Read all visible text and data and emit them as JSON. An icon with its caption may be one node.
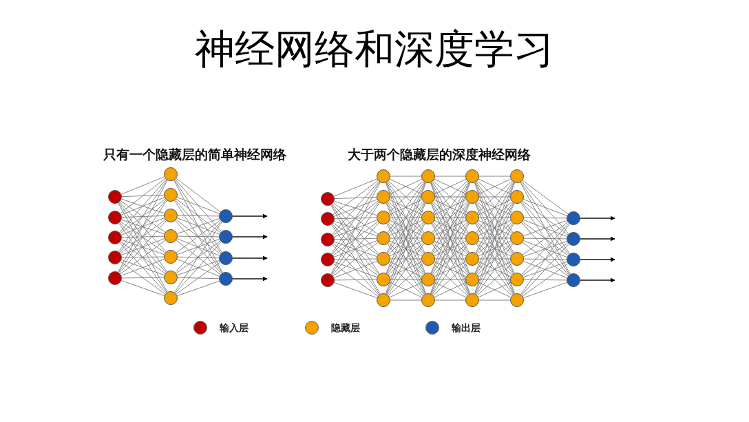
{
  "diagram": {
    "title": "神经网络和深度学习",
    "labels": [
      "只有一个隐藏层的简单神经网络",
      "大于两个隐藏层的深度神经网络"
    ],
    "legend": [
      {
        "text": "输入层",
        "color": "#c00000"
      },
      {
        "text": "隐藏层",
        "color": "#f5a300"
      },
      {
        "text": "输出层",
        "color": "#1f5bb0"
      }
    ],
    "nodes": [
      {
        "text": [],
        "shape": "circle"
      },
      {
        "text": [],
        "shape": "circle"
      },
      {
        "text": [],
        "shape": "circle"
      },
      {
        "text": [],
        "shape": "circle"
      },
      {
        "text": [],
        "shape": "circle"
      },
      {
        "text": [],
        "shape": "circle"
      },
      {
        "text": [],
        "shape": "circle"
      },
      {
        "text": [],
        "shape": "circle"
      },
      {
        "text": [],
        "shape": "circle"
      },
      {
        "text": [],
        "shape": "circle"
      },
      {
        "text": [],
        "shape": "circle"
      },
      {
        "text": [],
        "shape": "circle"
      },
      {
        "text": [],
        "shape": "circle"
      },
      {
        "text": [],
        "shape": "circle"
      },
      {
        "text": [],
        "shape": "circle"
      },
      {
        "text": [],
        "shape": "circle"
      },
      {
        "text": [],
        "shape": "circle"
      },
      {
        "text": [],
        "shape": "circle"
      },
      {
        "text": [],
        "shape": "circle"
      },
      {
        "text": [],
        "shape": "circle"
      },
      {
        "text": [],
        "shape": "circle"
      },
      {
        "text": [],
        "shape": "circle"
      },
      {
        "text": [],
        "shape": "circle"
      },
      {
        "text": [],
        "shape": "circle"
      },
      {
        "text": [],
        "shape": "circle"
      },
      {
        "text": [],
        "shape": "circle"
      },
      {
        "text": [],
        "shape": "circle"
      },
      {
        "text": [],
        "shape": "circle"
      },
      {
        "text": [],
        "shape": "circle"
      },
      {
        "text": [],
        "shape": "circle"
      },
      {
        "text": [],
        "shape": "circle"
      },
      {
        "text": [],
        "shape": "circle"
      },
      {
        "text": [],
        "shape": "circle"
      },
      {
        "text": [],
        "shape": "circle"
      },
      {
        "text": [],
        "shape": "circle"
      },
      {
        "text": [],
        "shape": "circle"
      },
      {
        "text": [],
        "shape": "circle"
      },
      {
        "text": [],
        "shape": "circle"
      },
      {
        "text": [],
        "shape": "circle"
      },
      {
        "text": [],
        "shape": "circle"
      },
      {
        "text": [],
        "shape": "circle"
      },
      {
        "text": [],
        "shape": "circle"
      },
      {
        "text": [],
        "shape": "circle"
      },
      {
        "text": [],
        "shape": "circle"
      },
      {
        "text": [],
        "shape": "circle"
      },
      {
        "text": [],
        "shape": "circle"
      },
      {
        "text": [],
        "shape": "circle"
      },
      {
        "text": [],
        "shape": "circle"
      },
      {
        "text": [],
        "shape": "circle"
      },
      {
        "text": [],
        "shape": "circle"
      },
      {
        "text": [],
        "shape": "circle"
      },
      {
        "text": [],
        "shape": "circle"
      },
      {
        "text": [],
        "shape": "circle"
      }
    ],
    "edges": [
      {
        "from": 0,
        "to": 5,
        "arrow": "none"
      },
      {
        "from": 0,
        "to": 6,
        "arrow": "none"
      },
      {
        "from": 0,
        "to": 7,
        "arrow": "none"
      },
      {
        "from": 0,
        "to": 8,
        "arrow": "none"
      },
      {
        "from": 0,
        "to": 9,
        "arrow": "none"
      },
      {
        "from": 0,
        "to": 10,
        "arrow": "none"
      },
      {
        "from": 0,
        "to": 11,
        "arrow": "none"
      },
      {
        "from": 1,
        "to": 5,
        "arrow": "none"
      },
      {
        "from": 1,
        "to": 6,
        "arrow": "none"
      },
      {
        "from": 1,
        "to": 7,
        "arrow": "none"
      },
      {
        "from": 1,
        "to": 8,
        "arrow": "none"
      },
      {
        "from": 1,
        "to": 9,
        "arrow": "none"
      },
      {
        "from": 1,
        "to": 10,
        "arrow": "none"
      },
      {
        "from": 1,
        "to": 11,
        "arrow": "none"
      },
      {
        "from": 2,
        "to": 5,
        "arrow": "none"
      },
      {
        "from": 2,
        "to": 6,
        "arrow": "none"
      },
      {
        "from": 2,
        "to": 7,
        "arrow": "none"
      },
      {
        "from": 2,
        "to": 8,
        "arrow": "none"
      },
      {
        "from": 2,
        "to": 9,
        "arrow": "none"
      },
      {
        "from": 2,
        "to": 10,
        "arrow": "none"
      },
      {
        "from": 2,
        "to": 11,
        "arrow": "none"
      },
      {
        "from": 3,
        "to": 5,
        "arrow": "none"
      },
      {
        "from": 3,
        "to": 6,
        "arrow": "none"
      },
      {
        "from": 3,
        "to": 7,
        "arrow": "none"
      },
      {
        "from": 3,
        "to": 8,
        "arrow": "none"
      },
      {
        "from": 3,
        "to": 9,
        "arrow": "none"
      },
      {
        "from": 3,
        "to": 10,
        "arrow": "none"
      },
      {
        "from": 3,
        "to": 11,
        "arrow": "none"
      },
      {
        "from": 4,
        "to": 5,
        "arrow": "none"
      },
      {
        "from": 4,
        "to": 6,
        "arrow": "none"
      },
      {
        "from": 4,
        "to": 7,
        "arrow": "none"
      },
      {
        "from": 4,
        "to": 8,
        "arrow": "none"
      },
      {
        "from": 4,
        "to": 9,
        "arrow": "none"
      },
      {
        "from": 4,
        "to": 10,
        "arrow": "none"
      },
      {
        "from": 4,
        "to": 11,
        "arrow": "none"
      },
      {
        "from": 5,
        "to": 12,
        "arrow": "none"
      },
      {
        "from": 5,
        "to": 13,
        "arrow": "none"
      },
      {
        "from": 5,
        "to": 14,
        "arrow": "none"
      },
      {
        "from": 5,
        "to": 15,
        "arrow": "none"
      },
      {
        "from": 6,
        "to": 12,
        "arrow": "none"
      },
      {
        "from": 6,
        "to": 13,
        "arrow": "none"
      },
      {
        "from": 6,
        "to": 14,
        "arrow": "none"
      },
      {
        "from": 6,
        "to": 15,
        "arrow": "none"
      },
      {
        "from": 7,
        "to": 12,
        "arrow": "none"
      },
      {
        "from": 7,
        "to": 13,
        "arrow": "none"
      },
      {
        "from": 7,
        "to": 14,
        "arrow": "none"
      },
      {
        "from": 7,
        "to": 15,
        "arrow": "none"
      },
      {
        "from": 8,
        "to": 12,
        "arrow": "none"
      },
      {
        "from": 8,
        "to": 13,
        "arrow": "none"
      },
      {
        "from": 8,
        "to": 14,
        "arrow": "none"
      },
      {
        "from": 8,
        "to": 15,
        "arrow": "none"
      },
      {
        "from": 9,
        "to": 12,
        "arrow": "none"
      },
      {
        "from": 9,
        "to": 13,
        "arrow": "none"
      },
      {
        "from": 9,
        "to": 14,
        "arrow": "none"
      },
      {
        "from": 9,
        "to": 15,
        "arrow": "none"
      },
      {
        "from": 10,
        "to": 12,
        "arrow": "none"
      },
      {
        "from": 10,
        "to": 13,
        "arrow": "none"
      },
      {
        "from": 10,
        "to": 14,
        "arrow": "none"
      },
      {
        "from": 10,
        "to": 15,
        "arrow": "none"
      },
      {
        "from": 11,
        "to": 12,
        "arrow": "none"
      },
      {
        "from": 11,
        "to": 13,
        "arrow": "none"
      },
      {
        "from": 11,
        "to": 14,
        "arrow": "none"
      },
      {
        "from": 11,
        "to": 15,
        "arrow": "none"
      },
      {
        "from": 12,
        "to": null,
        "arrow": "to",
        "color": "#111111"
      },
      {
        "from": 13,
        "to": null,
        "arrow": "to",
        "color": "#111111"
      },
      {
        "from": 14,
        "to": null,
        "arrow": "to",
        "color": "#111111"
      },
      {
        "from": 15,
        "to": null,
        "arrow": "to",
        "color": "#111111"
      },
      {
        "from": 16,
        "to": 21,
        "arrow": "none"
      },
      {
        "from": 16,
        "to": 22,
        "arrow": "none"
      },
      {
        "from": 16,
        "to": 23,
        "arrow": "none"
      },
      {
        "from": 16,
        "to": 24,
        "arrow": "none"
      },
      {
        "from": 16,
        "to": 25,
        "arrow": "none"
      },
      {
        "from": 16,
        "to": 26,
        "arrow": "none"
      },
      {
        "from": 16,
        "to": 27,
        "arrow": "none"
      },
      {
        "from": 17,
        "to": 21,
        "arrow": "none"
      },
      {
        "from": 17,
        "to": 22,
        "arrow": "none"
      },
      {
        "from": 17,
        "to": 23,
        "arrow": "none"
      },
      {
        "from": 17,
        "to": 24,
        "arrow": "none"
      },
      {
        "from": 17,
        "to": 25,
        "arrow": "none"
      },
      {
        "from": 17,
        "to": 26,
        "arrow": "none"
      },
      {
        "from": 17,
        "to": 27,
        "arrow": "none"
      },
      {
        "from": 18,
        "to": 21,
        "arrow": "none"
      },
      {
        "from": 18,
        "to": 22,
        "arrow": "none"
      },
      {
        "from": 18,
        "to": 23,
        "arrow": "none"
      },
      {
        "from": 18,
        "to": 24,
        "arrow": "none"
      },
      {
        "from": 18,
        "to": 25,
        "arrow": "none"
      },
      {
        "from": 18,
        "to": 26,
        "arrow": "none"
      },
      {
        "from": 18,
        "to": 27,
        "arrow": "none"
      },
      {
        "from": 19,
        "to": 21,
        "arrow": "none"
      },
      {
        "from": 19,
        "to": 22,
        "arrow": "none"
      },
      {
        "from": 19,
        "to": 23,
        "arrow": "none"
      },
      {
        "from": 19,
        "to": 24,
        "arrow": "none"
      },
      {
        "from": 19,
        "to": 25,
        "arrow": "none"
      },
      {
        "from": 19,
        "to": 26,
        "arrow": "none"
      },
      {
        "from": 19,
        "to": 27,
        "arrow": "none"
      },
      {
        "from": 20,
        "to": 21,
        "arrow": "none"
      },
      {
        "from": 20,
        "to": 22,
        "arrow": "none"
      },
      {
        "from": 20,
        "to": 23,
        "arrow": "none"
      },
      {
        "from": 20,
        "to": 24,
        "arrow": "none"
      },
      {
        "from": 20,
        "to": 25,
        "arrow": "none"
      },
      {
        "from": 20,
        "to": 26,
        "arrow": "none"
      },
      {
        "from": 20,
        "to": 27,
        "arrow": "none"
      },
      {
        "from": 21,
        "to": 28,
        "arrow": "none"
      },
      {
        "from": 21,
        "to": 29,
        "arrow": "none"
      },
      {
        "from": 21,
        "to": 30,
        "arrow": "none"
      },
      {
        "from": 21,
        "to": 31,
        "arrow": "none"
      },
      {
        "from": 21,
        "to": 32,
        "arrow": "none"
      },
      {
        "from": 21,
        "to": 33,
        "arrow": "none"
      },
      {
        "from": 21,
        "to": 34,
        "arrow": "none"
      },
      {
        "from": 22,
        "to": 28,
        "arrow": "none"
      },
      {
        "from": 22,
        "to": 29,
        "arrow": "none"
      },
      {
        "from": 22,
        "to": 30,
        "arrow": "none"
      },
      {
        "from": 22,
        "to": 31,
        "arrow": "none"
      },
      {
        "from": 22,
        "to": 32,
        "arrow": "none"
      },
      {
        "from": 22,
        "to": 33,
        "arrow": "none"
      },
      {
        "from": 22,
        "to": 34,
        "arrow": "none"
      },
      {
        "from": 23,
        "to": 28,
        "arrow": "none"
      },
      {
        "from": 23,
        "to": 29,
        "arrow": "none"
      },
      {
        "from": 23,
        "to": 30,
        "arrow": "none"
      },
      {
        "from": 23,
        "to": 31,
        "arrow": "none"
      },
      {
        "from": 23,
        "to": 32,
        "arrow": "none"
      },
      {
        "from": 23,
        "to": 33,
        "arrow": "none"
      },
      {
        "from": 23,
        "to": 34,
        "arrow": "none"
      },
      {
        "from": 24,
        "to": 28,
        "arrow": "none"
      },
      {
        "from": 24,
        "to": 29,
        "arrow": "none"
      },
      {
        "from": 24,
        "to": 30,
        "arrow": "none"
      },
      {
        "from": 24,
        "to": 31,
        "arrow": "none"
      },
      {
        "from": 24,
        "to": 32,
        "arrow": "none"
      },
      {
        "from": 24,
        "to": 33,
        "arrow": "none"
      },
      {
        "from": 24,
        "to": 34,
        "arrow": "none"
      },
      {
        "from": 25,
        "to": 28,
        "arrow": "none"
      },
      {
        "from": 25,
        "to": 29,
        "arrow": "none"
      },
      {
        "from": 25,
        "to": 30,
        "arrow": "none"
      },
      {
        "from": 25,
        "to": 31,
        "arrow": "none"
      },
      {
        "from": 25,
        "to": 32,
        "arrow": "none"
      },
      {
        "from": 25,
        "to": 33,
        "arrow": "none"
      },
      {
        "from": 25,
        "to": 34,
        "arrow": "none"
      },
      {
        "from": 26,
        "to": 28,
        "arrow": "none"
      },
      {
        "from": 26,
        "to": 29,
        "arrow": "none"
      },
      {
        "from": 26,
        "to": 30,
        "arrow": "none"
      },
      {
        "from": 26,
        "to": 31,
        "arrow": "none"
      },
      {
        "from": 26,
        "to": 32,
        "arrow": "none"
      },
      {
        "from": 26,
        "to": 33,
        "arrow": "none"
      },
      {
        "from": 26,
        "to": 34,
        "arrow": "none"
      },
      {
        "from": 27,
        "to": 28,
        "arrow": "none"
      },
      {
        "from": 27,
        "to": 29,
        "arrow": "none"
      },
      {
        "from": 27,
        "to": 30,
        "arrow": "none"
      },
      {
        "from": 27,
        "to": 31,
        "arrow": "none"
      },
      {
        "from": 27,
        "to": 32,
        "arrow": "none"
      },
      {
        "from": 27,
        "to": 33,
        "arrow": "none"
      },
      {
        "from": 27,
        "to": 34,
        "arrow": "none"
      },
      {
        "from": 28,
        "to": 35,
        "arrow": "none"
      },
      {
        "from": 28,
        "to": 36,
        "arrow": "none"
      },
      {
        "from": 28,
        "to": 37,
        "arrow": "none"
      },
      {
        "from": 28,
        "to": 38,
        "arrow": "none"
      },
      {
        "from": 28,
        "to": 39,
        "arrow": "none"
      },
      {
        "from": 28,
        "to": 40,
        "arrow": "none"
      },
      {
        "from": 28,
        "to": 41,
        "arrow": "none"
      },
      {
        "from": 29,
        "to": 35,
        "arrow": "none"
      },
      {
        "from": 29,
        "to": 36,
        "arrow": "none"
      },
      {
        "from": 29,
        "to": 37,
        "arrow": "none"
      },
      {
        "from": 29,
        "to": 38,
        "arrow": "none"
      },
      {
        "from": 29,
        "to": 39,
        "arrow": "none"
      },
      {
        "from": 29,
        "to": 40,
        "arrow": "none"
      },
      {
        "from": 29,
        "to": 41,
        "arrow": "none"
      },
      {
        "from": 30,
        "to": 35,
        "arrow": "none"
      },
      {
        "from": 30,
        "to": 36,
        "arrow": "none"
      },
      {
        "from": 30,
        "to": 37,
        "arrow": "none"
      },
      {
        "from": 30,
        "to": 38,
        "arrow": "none"
      },
      {
        "from": 30,
        "to": 39,
        "arrow": "none"
      },
      {
        "from": 30,
        "to": 40,
        "arrow": "none"
      },
      {
        "from": 30,
        "to": 41,
        "arrow": "none"
      },
      {
        "from": 31,
        "to": 35,
        "arrow": "none"
      },
      {
        "from": 31,
        "to": 36,
        "arrow": "none"
      },
      {
        "from": 31,
        "to": 37,
        "arrow": "none"
      },
      {
        "from": 31,
        "to": 38,
        "arrow": "none"
      },
      {
        "from": 31,
        "to": 39,
        "arrow": "none"
      },
      {
        "from": 31,
        "to": 40,
        "arrow": "none"
      },
      {
        "from": 31,
        "to": 41,
        "arrow": "none"
      },
      {
        "from": 32,
        "to": 35,
        "arrow": "none"
      },
      {
        "from": 32,
        "to": 36,
        "arrow": "none"
      },
      {
        "from": 32,
        "to": 37,
        "arrow": "none"
      },
      {
        "from": 32,
        "to": 38,
        "arrow": "none"
      },
      {
        "from": 32,
        "to": 39,
        "arrow": "none"
      },
      {
        "from": 32,
        "to": 40,
        "arrow": "none"
      },
      {
        "from": 32,
        "to": 41,
        "arrow": "none"
      },
      {
        "from": 33,
        "to": 35,
        "arrow": "none"
      },
      {
        "from": 33,
        "to": 36,
        "arrow": "none"
      },
      {
        "from": 33,
        "to": 37,
        "arrow": "none"
      },
      {
        "from": 33,
        "to": 38,
        "arrow": "none"
      },
      {
        "from": 33,
        "to": 39,
        "arrow": "none"
      },
      {
        "from": 33,
        "to": 40,
        "arrow": "none"
      },
      {
        "from": 33,
        "to": 41,
        "arrow": "none"
      },
      {
        "from": 34,
        "to": 35,
        "arrow": "none"
      },
      {
        "from": 34,
        "to": 36,
        "arrow": "none"
      },
      {
        "from": 34,
        "to": 37,
        "arrow": "none"
      },
      {
        "from": 34,
        "to": 38,
        "arrow": "none"
      },
      {
        "from": 34,
        "to": 39,
        "arrow": "none"
      },
      {
        "from": 34,
        "to": 40,
        "arrow": "none"
      },
      {
        "from": 34,
        "to": 41,
        "arrow": "none"
      },
      {
        "from": 35,
        "to": 42,
        "arrow": "none"
      },
      {
        "from": 35,
        "to": 43,
        "arrow": "none"
      },
      {
        "from": 35,
        "to": 44,
        "arrow": "none"
      },
      {
        "from": 35,
        "to": 45,
        "arrow": "none"
      },
      {
        "from": 35,
        "to": 46,
        "arrow": "none"
      },
      {
        "from": 35,
        "to": 47,
        "arrow": "none"
      },
      {
        "from": 35,
        "to": 48,
        "arrow": "none"
      },
      {
        "from": 36,
        "to": 42,
        "arrow": "none"
      },
      {
        "from": 36,
        "to": 43,
        "arrow": "none"
      },
      {
        "from": 36,
        "to": 44,
        "arrow": "none"
      },
      {
        "from": 36,
        "to": 45,
        "arrow": "none"
      },
      {
        "from": 36,
        "to": 46,
        "arrow": "none"
      },
      {
        "from": 36,
        "to": 47,
        "arrow": "none"
      },
      {
        "from": 36,
        "to": 48,
        "arrow": "none"
      },
      {
        "from": 37,
        "to": 42,
        "arrow": "none"
      },
      {
        "from": 37,
        "to": 43,
        "arrow": "none"
      },
      {
        "from": 37,
        "to": 44,
        "arrow": "none"
      },
      {
        "from": 37,
        "to": 45,
        "arrow": "none"
      },
      {
        "from": 37,
        "to": 46,
        "arrow": "none"
      },
      {
        "from": 37,
        "to": 47,
        "arrow": "none"
      },
      {
        "from": 37,
        "to": 48,
        "arrow": "none"
      },
      {
        "from": 38,
        "to": 42,
        "arrow": "none"
      },
      {
        "from": 38,
        "to": 43,
        "arrow": "none"
      },
      {
        "from": 38,
        "to": 44,
        "arrow": "none"
      },
      {
        "from": 38,
        "to": 45,
        "arrow": "none"
      },
      {
        "from": 38,
        "to": 46,
        "arrow": "none"
      },
      {
        "from": 38,
        "to": 47,
        "arrow": "none"
      },
      {
        "from": 38,
        "to": 48,
        "arrow": "none"
      },
      {
        "from": 39,
        "to": 42,
        "arrow": "none"
      },
      {
        "from": 39,
        "to": 43,
        "arrow": "none"
      },
      {
        "from": 39,
        "to": 44,
        "arrow": "none"
      },
      {
        "from": 39,
        "to": 45,
        "arrow": "none"
      },
      {
        "from": 39,
        "to": 46,
        "arrow": "none"
      },
      {
        "from": 39,
        "to": 47,
        "arrow": "none"
      },
      {
        "from": 39,
        "to": 48,
        "arrow": "none"
      },
      {
        "from": 40,
        "to": 42,
        "arrow": "none"
      },
      {
        "from": 40,
        "to": 43,
        "arrow": "none"
      },
      {
        "from": 40,
        "to": 44,
        "arrow": "none"
      },
      {
        "from": 40,
        "to": 45,
        "arrow": "none"
      },
      {
        "from": 40,
        "to": 46,
        "arrow": "none"
      },
      {
        "from": 40,
        "to": 47,
        "arrow": "none"
      },
      {
        "from": 40,
        "to": 48,
        "arrow": "none"
      },
      {
        "from": 41,
        "to": 42,
        "arrow": "none"
      },
      {
        "from": 41,
        "to": 43,
        "arrow": "none"
      },
      {
        "from": 41,
        "to": 44,
        "arrow": "none"
      },
      {
        "from": 41,
        "to": 45,
        "arrow": "none"
      },
      {
        "from": 41,
        "to": 46,
        "arrow": "none"
      },
      {
        "from": 41,
        "to": 47,
        "arrow": "none"
      },
      {
        "from": 41,
        "to": 48,
        "arrow": "none"
      },
      {
        "from": 42,
        "to": 49,
        "arrow": "none"
      },
      {
        "from": 42,
        "to": 50,
        "arrow": "none"
      },
      {
        "from": 42,
        "to": 51,
        "arrow": "none"
      },
      {
        "from": 42,
        "to": 52,
        "arrow": "none"
      },
      {
        "from": 43,
        "to": 49,
        "arrow": "none"
      },
      {
        "from": 43,
        "to": 50,
        "arrow": "none"
      },
      {
        "from": 43,
        "to": 51,
        "arrow": "none"
      },
      {
        "from": 43,
        "to": 52,
        "arrow": "none"
      },
      {
        "from": 44,
        "to": 49,
        "arrow": "none"
      },
      {
        "from": 44,
        "to": 50,
        "arrow": "none"
      },
      {
        "from": 44,
        "to": 51,
        "arrow": "none"
      },
      {
        "from": 44,
        "to": 52,
        "arrow": "none"
      },
      {
        "from": 45,
        "to": 49,
        "arrow": "none"
      },
      {
        "from": 45,
        "to": 50,
        "arrow": "none"
      },
      {
        "from": 45,
        "to": 51,
        "arrow": "none"
      },
      {
        "from": 45,
        "to": 52,
        "arrow": "none"
      },
      {
        "from": 46,
        "to": 49,
        "arrow": "none"
      },
      {
        "from": 46,
        "to": 50,
        "arrow": "none"
      },
      {
        "from": 46,
        "to": 51,
        "arrow": "none"
      },
      {
        "from": 46,
        "to": 52,
        "arrow": "none"
      },
      {
        "from": 47,
        "to": 49,
        "arrow": "none"
      },
      {
        "from": 47,
        "to": 50,
        "arrow": "none"
      },
      {
        "from": 47,
        "to": 51,
        "arrow": "none"
      },
      {
        "from": 47,
        "to": 52,
        "arrow": "none"
      },
      {
        "from": 48,
        "to": 49,
        "arrow": "none"
      },
      {
        "from": 48,
        "to": 50,
        "arrow": "none"
      },
      {
        "from": 48,
        "to": 51,
        "arrow": "none"
      },
      {
        "from": 48,
        "to": 52,
        "arrow": "none"
      },
      {
        "from": 49,
        "to": null,
        "arrow": "to",
        "color": "#111111"
      },
      {
        "from": 50,
        "to": null,
        "arrow": "to",
        "color": "#111111"
      },
      {
        "from": 51,
        "to": null,
        "arrow": "to",
        "color": "#111111"
      },
      {
        "from": 52,
        "to": null,
        "arrow": "to",
        "color": "#111111"
      }
    ]
  }
}
